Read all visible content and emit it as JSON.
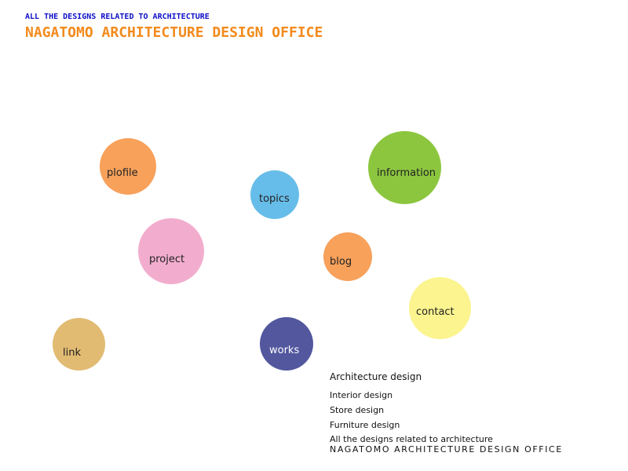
{
  "header": {
    "tagline": "ALL THE DESIGNS RELATED TO ARCHITECTURE",
    "title": "NAGATOMO ARCHITECTURE DESIGN OFFICE"
  },
  "nav": {
    "plofile": {
      "label": "plofile",
      "color": "#f7a15b"
    },
    "topics": {
      "label": "topics",
      "color": "#67bde9"
    },
    "information": {
      "label": "information",
      "color": "#8cc63f"
    },
    "project": {
      "label": "project",
      "color": "#f2adce"
    },
    "blog": {
      "label": "blog",
      "color": "#f7a15b"
    },
    "contact": {
      "label": "contact",
      "color": "#fbf48f"
    },
    "link": {
      "label": "link",
      "color": "#e2bb73"
    },
    "works": {
      "label": "works",
      "color": "#52579e"
    }
  },
  "services": {
    "main": "Architecture  design",
    "items": [
      "Interior design",
      "Store design",
      "Furniture design"
    ]
  },
  "footer": {
    "tagline": "All the designs related to architecture",
    "name": "NAGATOMO ARCHITECTURE DESIGN OFFICE"
  }
}
